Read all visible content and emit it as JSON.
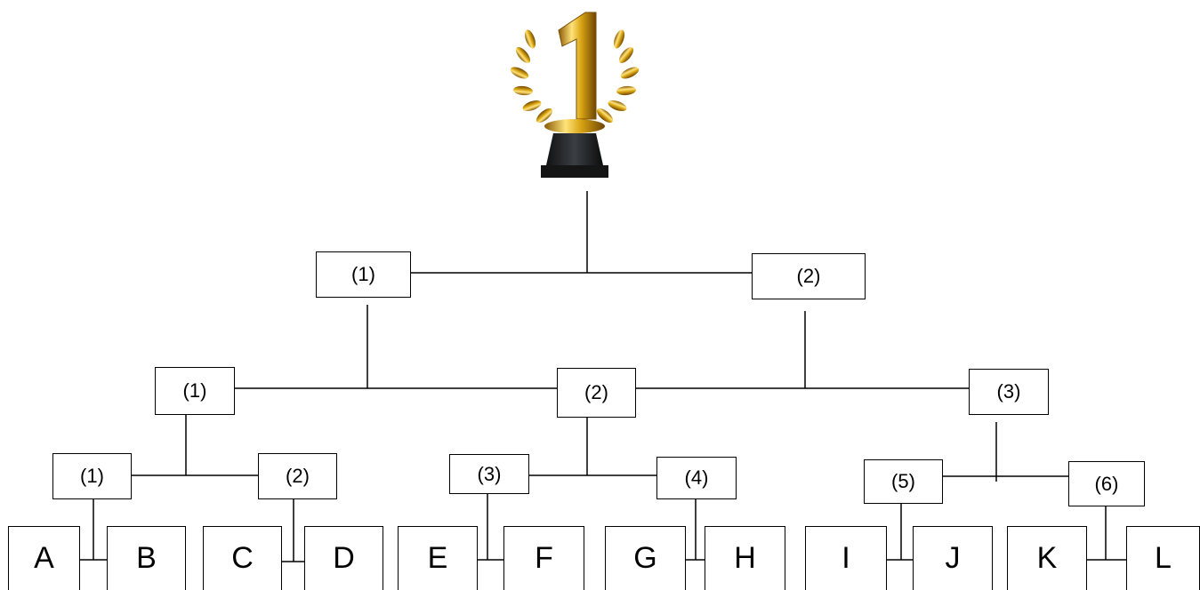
{
  "diagram": {
    "final": {
      "left": "(1)",
      "right": "(2)"
    },
    "semifinal": [
      "(1)",
      "(2)",
      "(3)"
    ],
    "quarterfinal": [
      "(1)",
      "(2)",
      "(3)",
      "(4)",
      "(5)",
      "(6)"
    ],
    "teams": [
      "A",
      "B",
      "C",
      "D",
      "E",
      "F",
      "G",
      "H",
      "I",
      "J",
      "K",
      "L"
    ]
  },
  "colors": {
    "line": "#000000",
    "gold": "#d9a514",
    "base": "#222222"
  },
  "icons": {
    "winner": "first-place-trophy-icon"
  }
}
